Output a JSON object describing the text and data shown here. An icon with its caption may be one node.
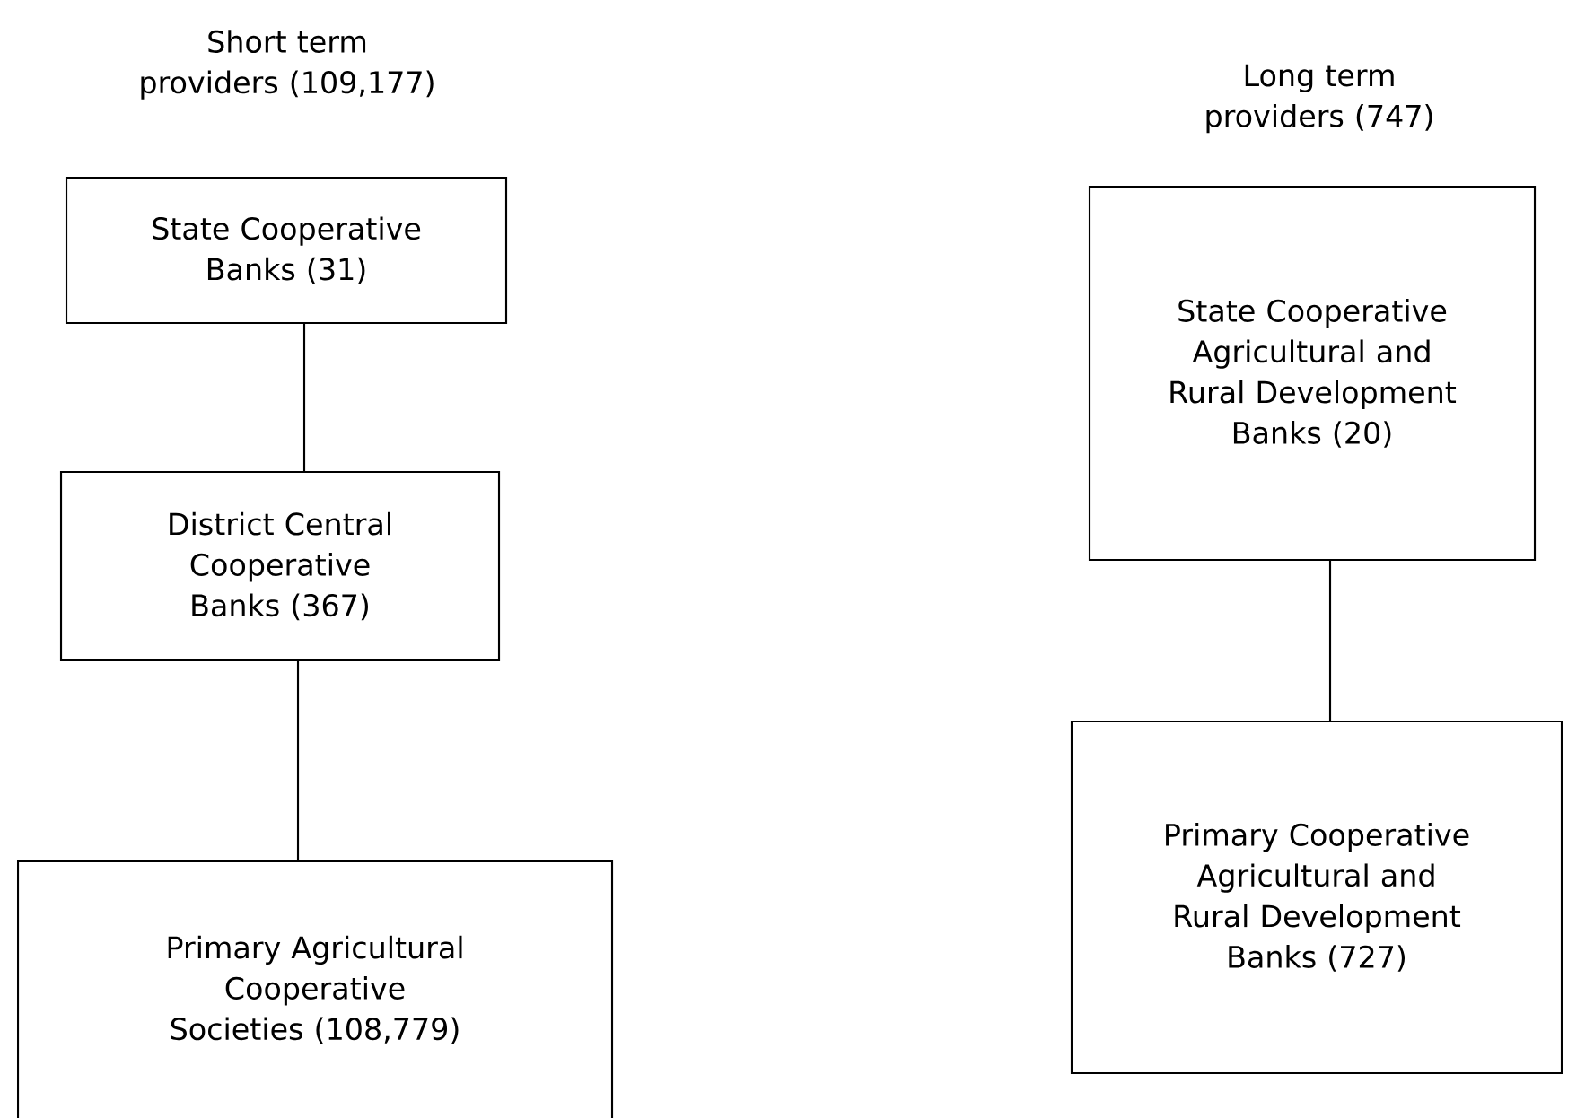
{
  "diagram": {
    "nodes": [
      {
        "text": [
          "State Cooperative Banks (31)"
        ]
      },
      {
        "text": [
          "District Central Cooperative Banks (367)"
        ]
      },
      {
        "text": [
          "Primary Agricultural Cooperative Societies (108,779)"
        ]
      },
      {
        "text": [
          "State Cooperative Agricultural and Rural Development Banks (20)"
        ]
      },
      {
        "text": [
          "Primary Cooperative Agricultural and Rural Development Banks (727)"
        ]
      }
    ],
    "edges": [
      {
        "from": 0,
        "to": 1,
        "arrow": "none"
      },
      {
        "from": 1,
        "to": 2,
        "arrow": "none"
      },
      {
        "from": 3,
        "to": 4,
        "arrow": "none"
      }
    ],
    "labels": [
      "Short term providers (109,177)",
      "Long term providers (747)"
    ]
  }
}
